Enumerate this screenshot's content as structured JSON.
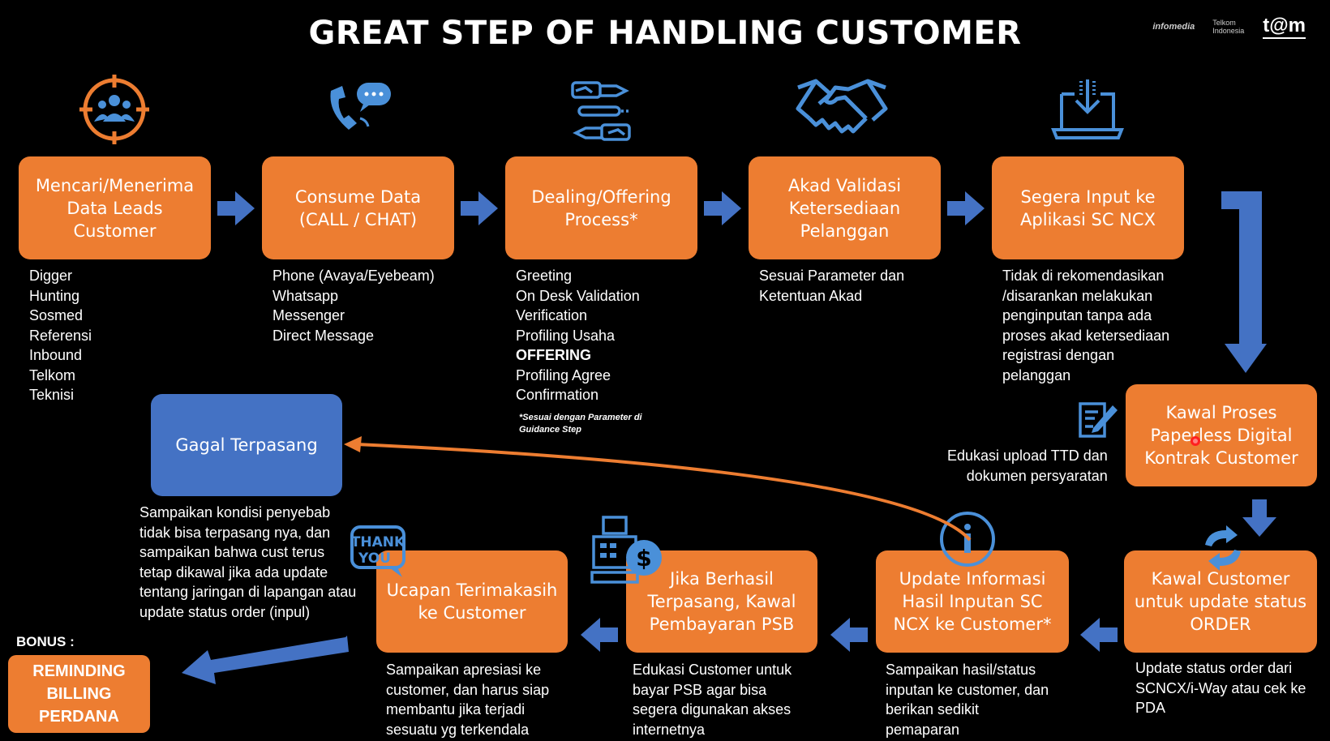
{
  "title": "GREAT STEP OF HANDLING CUSTOMER",
  "logos": {
    "logo1": "infomedia",
    "logo2": "Telkom Indonesia",
    "logo3": "t@m"
  },
  "colors": {
    "orange": "#ed7d31",
    "blue": "#4472c4",
    "arrow_blue": "#4472c4",
    "background": "#000000"
  },
  "steps": [
    {
      "label": "Mencari/Menerima\nData Leads\nCustomer",
      "desc": "Digger\nHunting\nSosmed\nReferensi\nInbound\nTelkom\nTeknisi",
      "icon": "target-group-icon"
    },
    {
      "label": "Consume Data\n(CALL / CHAT)",
      "desc": "Phone (Avaya/Eyebeam)\nWhatsapp\nMessenger\nDirect Message",
      "icon": "phone-chat-icon"
    },
    {
      "label": "Dealing/Offering\nProcess*",
      "desc_pre": "Greeting\nOn Desk Validation\nVerification\nProfiling Usaha",
      "desc_bold": "OFFERING",
      "desc_post": "Profiling Agree\nConfirmation",
      "note": "*Sesuai dengan Parameter di\nGuidance Step",
      "icon": "deal-hands-icon"
    },
    {
      "label": "Akad Validasi\nKetersediaan\nPelanggan",
      "desc": "Sesuai Parameter dan\nKetentuan Akad",
      "icon": "handshake-icon"
    },
    {
      "label": "Segera Input ke\nAplikasi SC NCX",
      "desc": "Tidak di rekomendasikan\n/disarankan melakukan\npenginputan tanpa ada\nproses akad ketersediaan\nregistrasi dengan\npelanggan",
      "icon": "laptop-download-icon"
    },
    {
      "label": "Kawal Proses\nPaperless Digital\nKontrak Customer",
      "desc": "Edukasi upload TTD  dan\ndokumen persyaratan",
      "icon": "document-sign-icon"
    },
    {
      "label": "Kawal Customer\nuntuk update status\nORDER",
      "desc": "Update status order dari\nSCNCX/i-Way atau cek ke\nPDA",
      "icon": "refresh-icon"
    },
    {
      "label": "Update Informasi\nHasil Inputan SC\nNCX ke Customer*",
      "desc": "Sampaikan hasil/status\ninputan ke customer, dan\nberikan sedikit\npemaparan",
      "icon": "info-icon"
    },
    {
      "label": "Jika Berhasil\nTerpasang, Kawal\nPembayaran PSB",
      "desc": "Edukasi Customer untuk\nbayar PSB agar bisa\nsegera digunakan akses\ninternetnya",
      "icon": "cash-register-icon"
    },
    {
      "label": "Ucapan Terimakasih\nke Customer",
      "desc": "Sampaikan apresiasi ke\ncustomer, dan harus siap\nmembantu jika terjadi\nsesuatu yg terkendala",
      "icon": "thank-you-icon"
    }
  ],
  "fail": {
    "label": "Gagal Terpasang",
    "desc": "Sampaikan kondisi penyebab\ntidak bisa terpasang nya, dan\nsampaikan bahwa cust terus\ntetap dikawal jika ada update\ntentang jaringan di lapangan atau\nupdate status order (inpul)"
  },
  "bonus": {
    "label": "BONUS :",
    "box": "REMINDING\nBILLING\nPERDANA"
  }
}
